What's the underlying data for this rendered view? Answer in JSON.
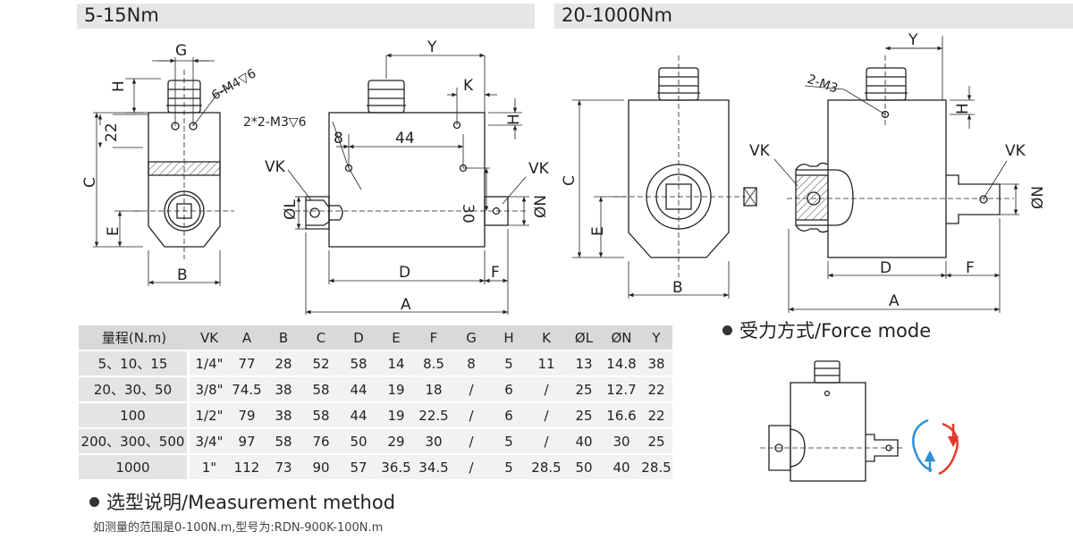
{
  "headers": {
    "left": "5-15Nm",
    "right": "20-1000Nm"
  },
  "labels": {
    "G": "G",
    "H": "H",
    "K": "K",
    "Y": "Y",
    "C": "C",
    "E": "E",
    "B": "B",
    "A": "A",
    "D": "D",
    "F": "F",
    "VK": "VK",
    "OL": "ØL",
    "ON": "ØN",
    "dim22": "22",
    "dim8": "8",
    "dim44": "44",
    "dim30": "30",
    "m4": "6-M4▽6",
    "m3a": "2*2-M3▽6",
    "m3b": "2-M3"
  },
  "table": {
    "headers": [
      "量程(N.m)",
      "VK",
      "A",
      "B",
      "C",
      "D",
      "E",
      "F",
      "G",
      "H",
      "K",
      "ØL",
      "ØN",
      "Y"
    ],
    "rows": [
      [
        "5、10、15",
        "1/4\"",
        "77",
        "28",
        "52",
        "58",
        "14",
        "8.5",
        "8",
        "5",
        "11",
        "13",
        "14.8",
        "38"
      ],
      [
        "20、30、50",
        "3/8\"",
        "74.5",
        "38",
        "58",
        "44",
        "19",
        "18",
        "/",
        "6",
        "/",
        "25",
        "12.7",
        "22"
      ],
      [
        "100",
        "1/2\"",
        "79",
        "38",
        "58",
        "44",
        "19",
        "22.5",
        "/",
        "6",
        "/",
        "25",
        "16.6",
        "22"
      ],
      [
        "200、300、500",
        "3/4\"",
        "97",
        "58",
        "76",
        "50",
        "29",
        "30",
        "/",
        "5",
        "/",
        "40",
        "30",
        "25"
      ],
      [
        "1000",
        "1\"",
        "112",
        "73",
        "90",
        "57",
        "36.5",
        "34.5",
        "/",
        "5",
        "28.5",
        "50",
        "40",
        "28.5"
      ]
    ]
  },
  "force_mode": {
    "title": "受力方式/Force mode"
  },
  "measurement": {
    "title": "选型说明/Measurement method",
    "note": "如测量的范围是0-100N.m,型号为:RDN-900K-100N.m"
  },
  "colors": {
    "arrow_blue": "#2e8fd8",
    "arrow_red": "#e23a2a",
    "header_bg": "#e6e6e6"
  }
}
